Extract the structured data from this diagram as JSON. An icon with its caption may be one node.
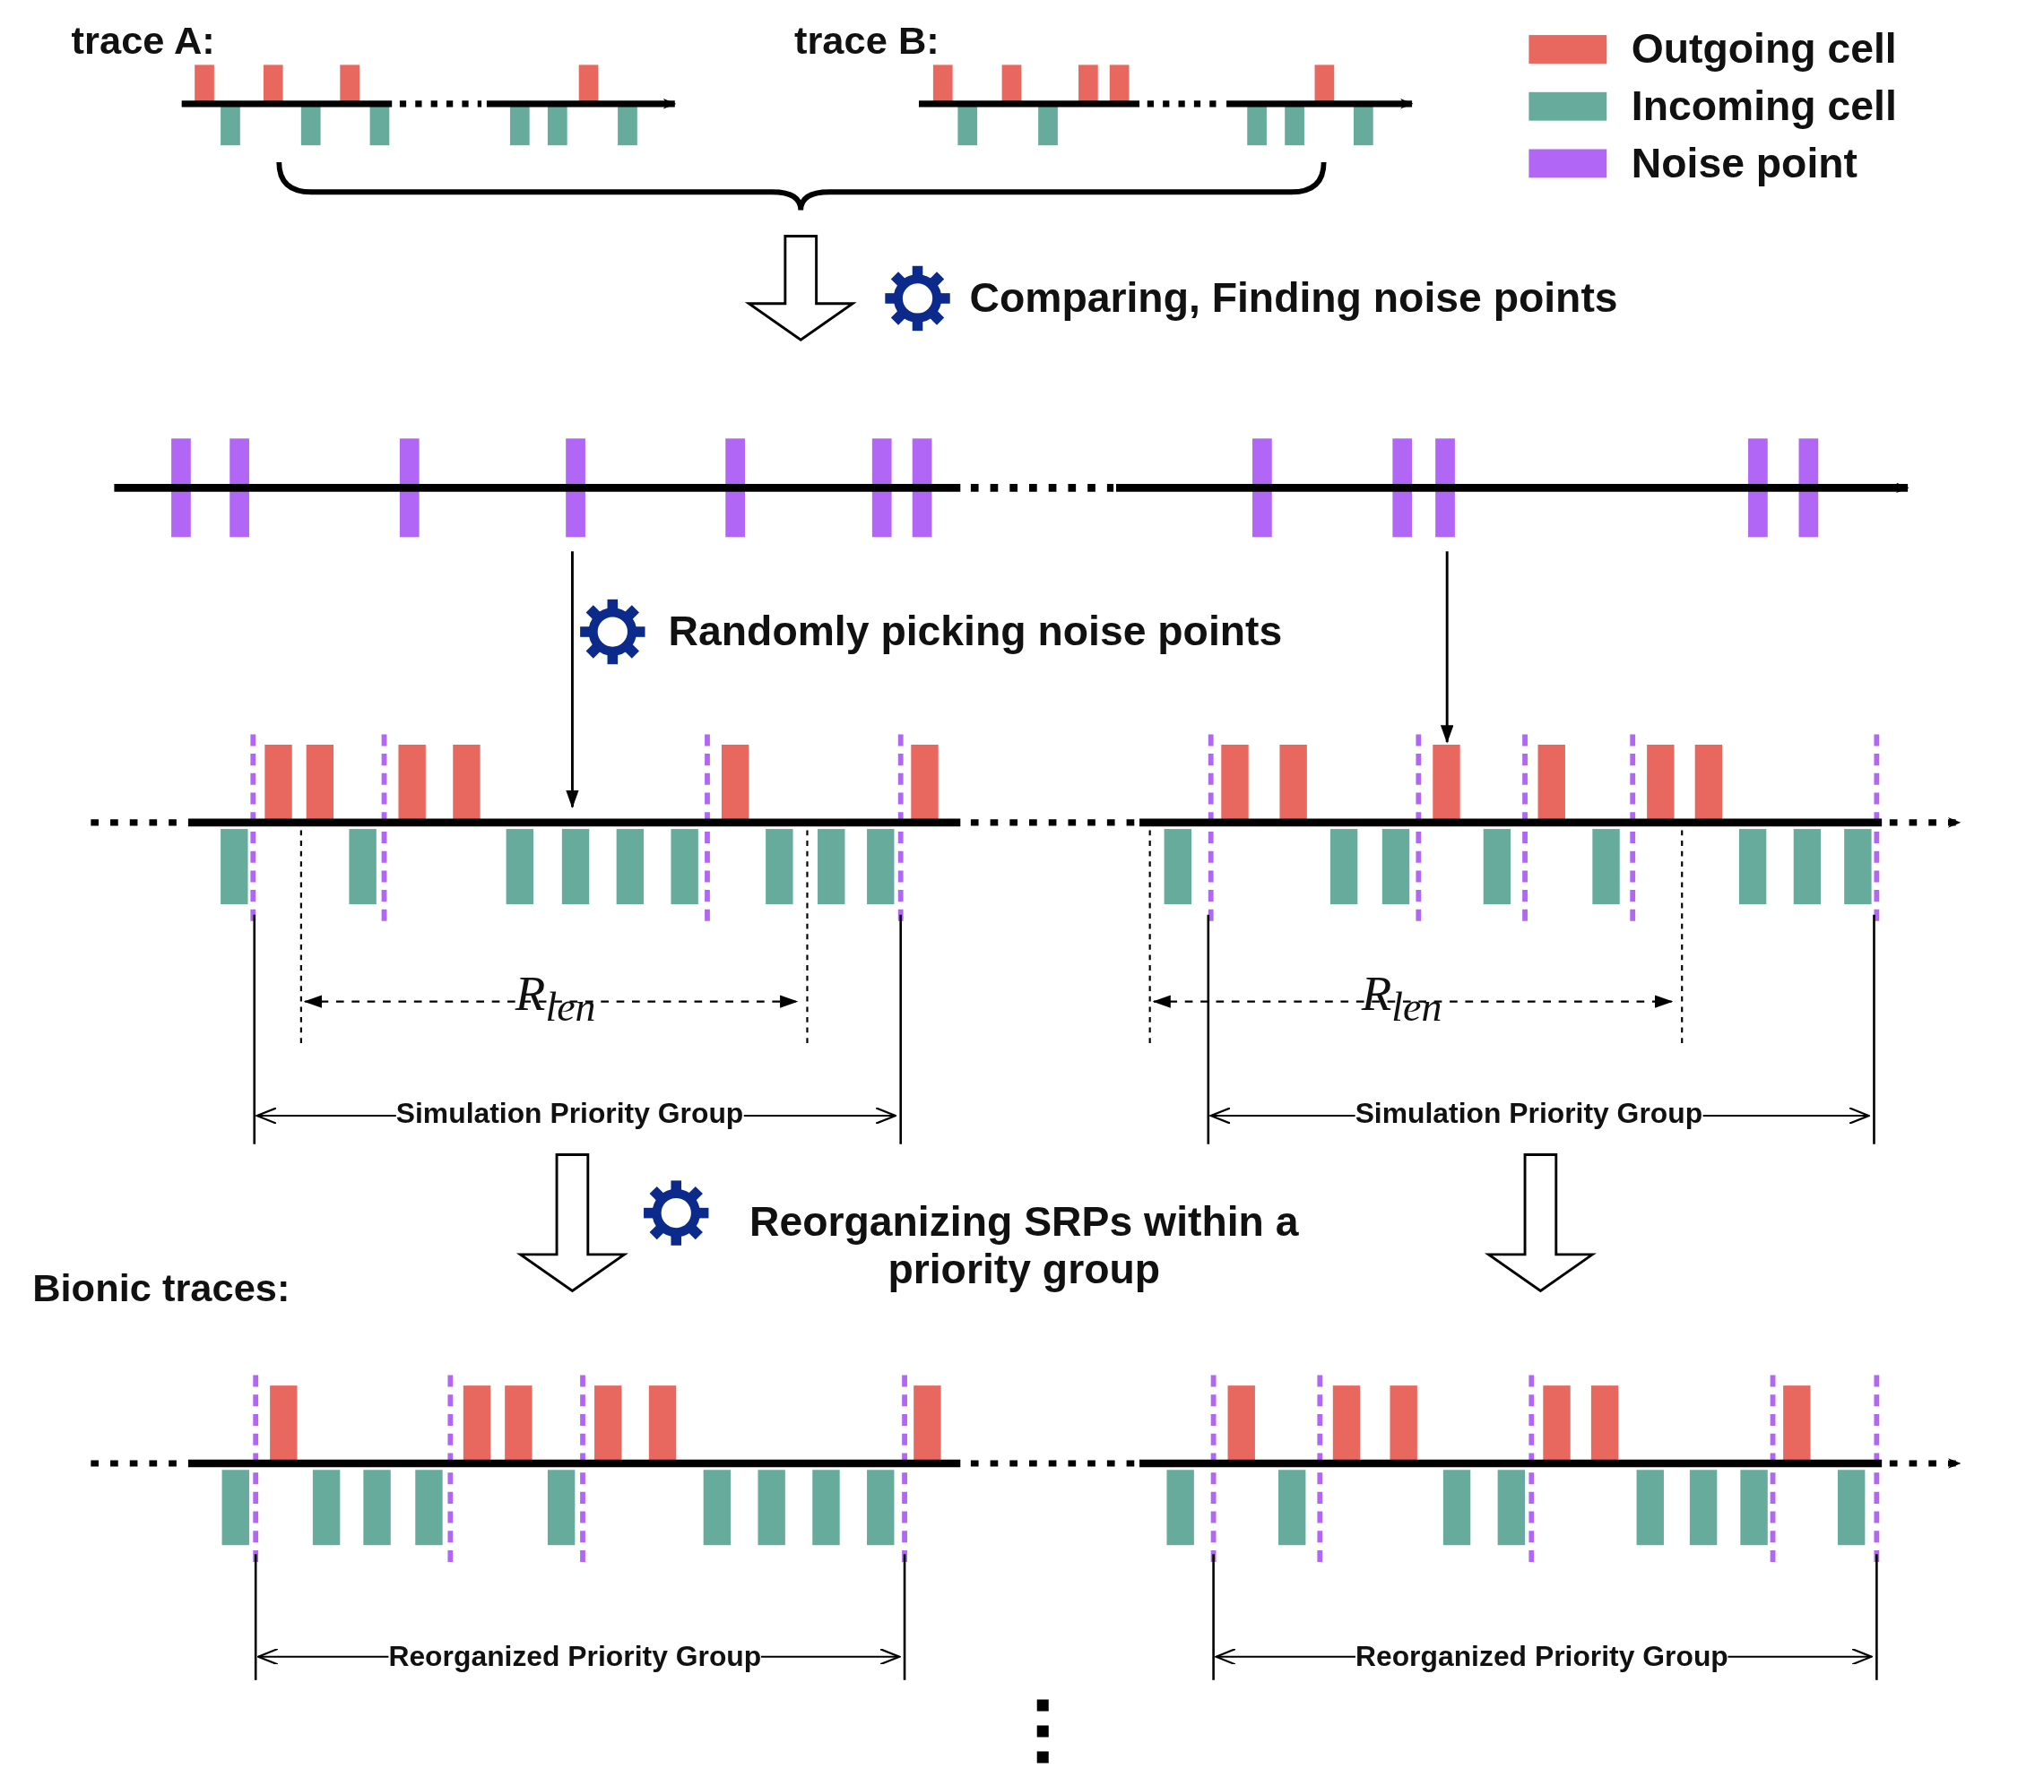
{
  "diagram": {
    "labels": [
      "trace A:",
      "trace B:",
      "Comparing, Finding noise points",
      "Randomly picking noise points",
      "R$_{len}$",
      "R$_{len}$",
      "Simulation Priority Group",
      "Simulation Priority Group",
      "Reorganizing SRPs within a priority group",
      "Bionic traces:",
      "Reorganized Priority Group",
      "Reorganized Priority Group"
    ],
    "legend": [
      {
        "text": "Outgoing cell",
        "color": "#e8685f"
      },
      {
        "text": "Incoming cell",
        "color": "#66ab9c"
      },
      {
        "text": "Noise point",
        "color": "#b266f5"
      }
    ]
  }
}
